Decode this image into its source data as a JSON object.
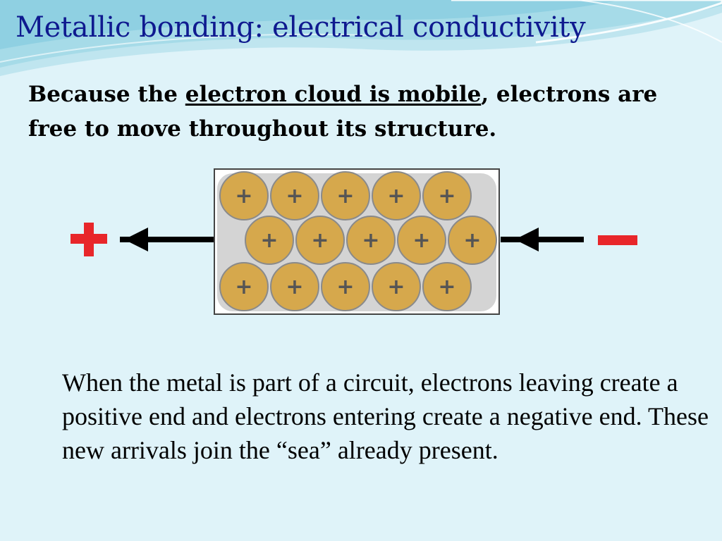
{
  "slide": {
    "title": "Metallic bonding: electrical conductivity",
    "lead_before": "Because the ",
    "lead_emphasis": "electron cloud is mobile",
    "lead_after": ", electrons are free to move throughout its structure.",
    "body": "When the metal is part of a circuit, electrons leaving create a positive end and electrons entering create a negative end. These new arrivals join the “sea” already present."
  },
  "diagram": {
    "ion_rows": [
      5,
      5,
      5
    ],
    "ion_symbol": "+",
    "colors": {
      "positive_terminal": "#e8262a",
      "negative_terminal": "#e8262a",
      "ion_fill": "#d6a84c",
      "electron_sea": "#d4d4d4",
      "arrow": "#000000"
    }
  }
}
